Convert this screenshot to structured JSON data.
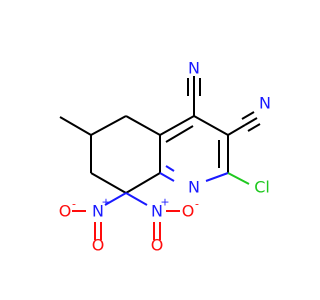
{
  "molecule": {
    "colors": {
      "carbon_bond": "#000000",
      "nitrogen": "#1a1aff",
      "oxygen": "#ff0d0d",
      "chlorine": "#1fc81f"
    },
    "atoms": {
      "n_cyano_top": "N",
      "n_cyano_right": "N",
      "n_ring": "N",
      "cl": "Cl",
      "n_nitro_left": "N",
      "n_nitro_right": "N",
      "o_left_top": "O",
      "o_left_bottom": "O",
      "o_right_top": "O",
      "o_right_bottom": "O"
    },
    "charges": {
      "n_nitro_left": "+",
      "n_nitro_right": "+",
      "o_left_top": "-",
      "o_right_top": "-"
    }
  }
}
